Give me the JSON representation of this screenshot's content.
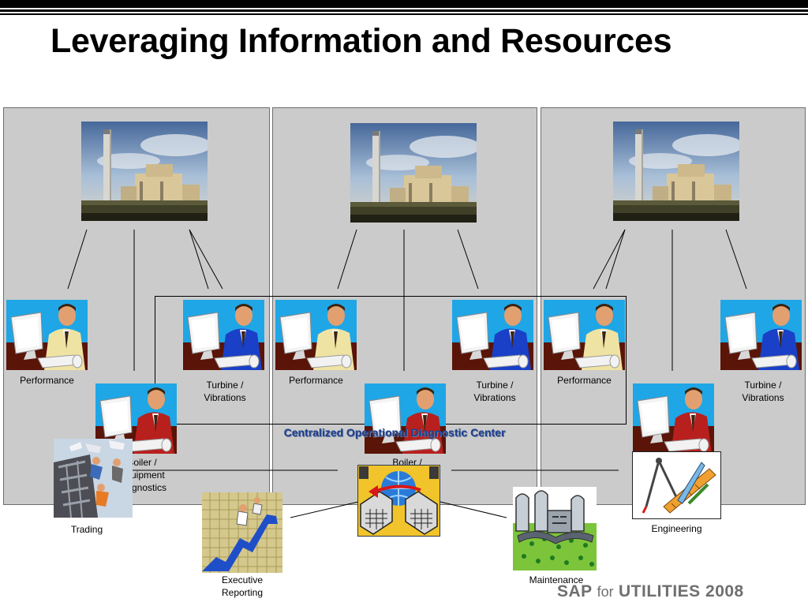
{
  "title": "Leveraging Information and Resources",
  "center_label": "Centralized Operational Diagnostic Center",
  "roles": {
    "performance": "Performance",
    "turbine": "Turbine /\nVibrations",
    "boiler_left": "Boiler /\nEquipment\nDiagnostics",
    "boiler_center": "Boiler /"
  },
  "consumers": {
    "trading": "Trading",
    "executive_reporting": "Executive\nReporting",
    "maintenance": "Maintenance",
    "engineering": "Engineering"
  },
  "footer": {
    "brand": "SAP",
    "for": "for",
    "product": "UTILITIES 2008"
  },
  "colors": {
    "panel": "#cbcbcb",
    "center_label": "#1d3f8f",
    "worker_shirt_yellow": "#efe3a4",
    "worker_shirt_blue": "#1a40c8",
    "worker_shirt_red": "#b8201e",
    "worker_background": "#1fa6e6"
  },
  "icons": {
    "plant": "power-plant-photo-icon",
    "worker": "computer-worker-icon",
    "center": "network-computers-icon",
    "trading": "trading-floor-icon",
    "executive": "rising-chart-icon",
    "maintenance": "factory-icon",
    "engineering": "drafting-tools-icon"
  }
}
